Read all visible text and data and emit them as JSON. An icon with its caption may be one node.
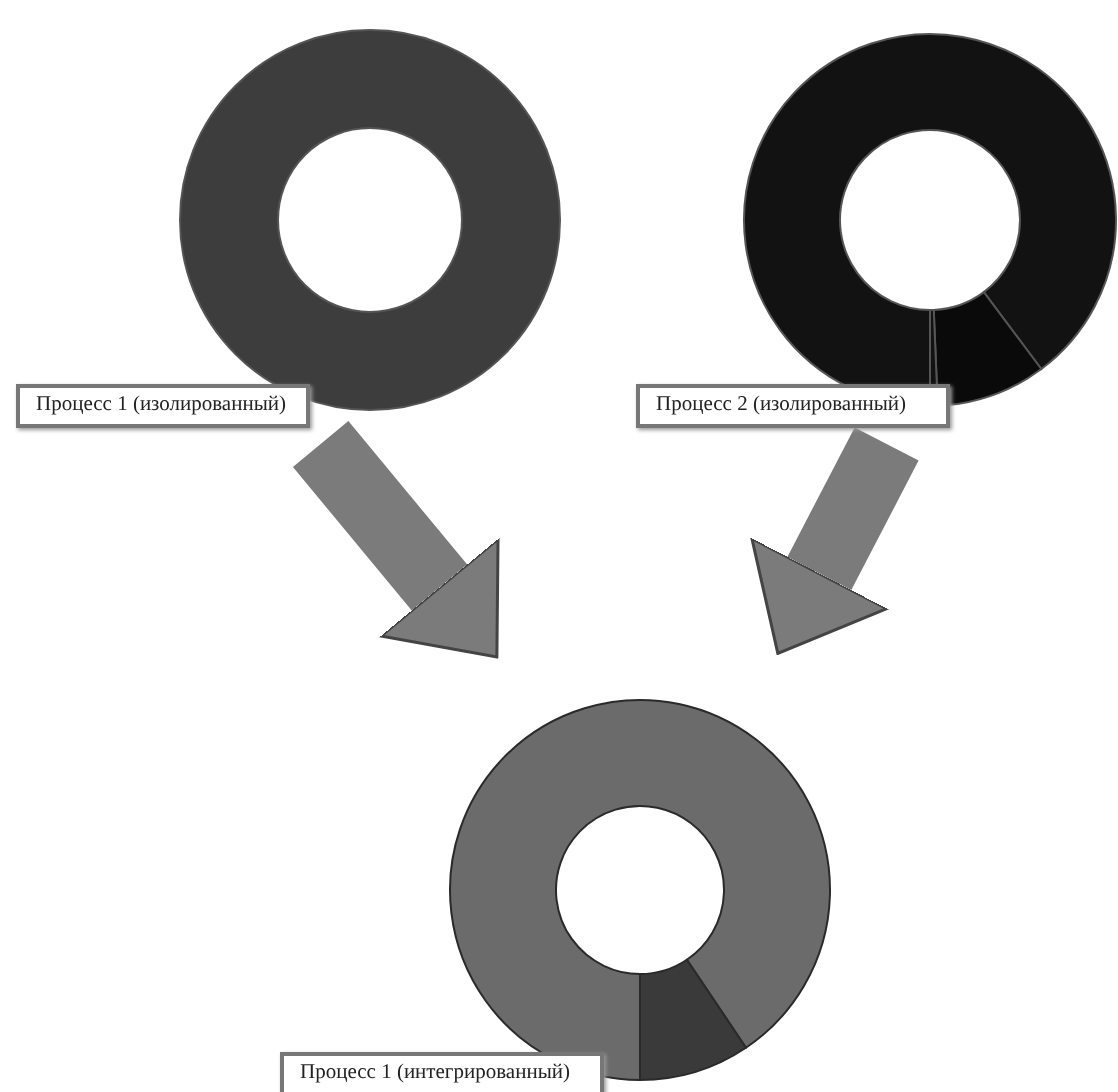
{
  "diagram": {
    "nodes": [
      {
        "text": [
          "Процесс 1 (изолированный)"
        ]
      },
      {
        "text": [
          "Процесс 2 (изолированный)"
        ]
      },
      {
        "text": [
          "Процесс 1 (интегрированный)"
        ]
      }
    ],
    "edges": [
      {
        "from": 0,
        "to": 2,
        "arrow": "to"
      },
      {
        "from": 1,
        "to": 2,
        "arrow": "to"
      }
    ]
  }
}
